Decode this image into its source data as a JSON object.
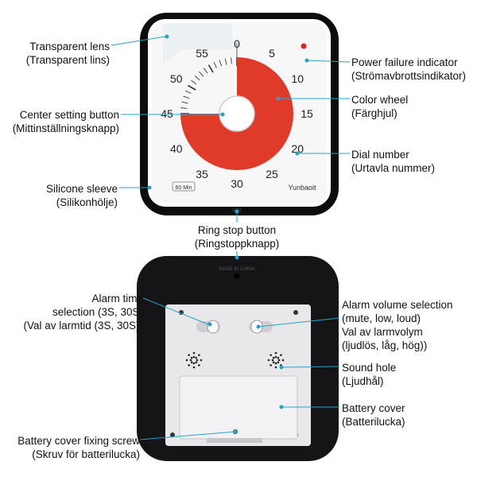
{
  "front": {
    "dial_numbers": [
      "0",
      "5",
      "10",
      "15",
      "20",
      "25",
      "30",
      "35",
      "40",
      "45",
      "50",
      "55"
    ],
    "brand": "Yunbaoit",
    "badge": "60 Min",
    "preset_minutes": 45,
    "colors": {
      "sleeve": "#0d0d0d",
      "wheel": "#e03a2a",
      "face": "#f7f7f7",
      "lens": "#e9eef2"
    }
  },
  "back": {
    "label_strip": "MADE IN CHINA",
    "colors": {
      "housing": "#151518",
      "panel": "#e8e8ea"
    }
  },
  "labels": {
    "transparent_lens": {
      "en": "Transparent lens",
      "sv": "(Transparent lins)"
    },
    "center_setting_button": {
      "en": "Center setting button",
      "sv": "(Mittinställningsknapp)"
    },
    "silicone_sleeve": {
      "en": "Silicone sleeve",
      "sv": "(Silikonhölje)"
    },
    "power_failure_indicator": {
      "en": "Power failure indicator",
      "sv": "(Strömavbrottsindikator)"
    },
    "color_wheel": {
      "en": "Color wheel",
      "sv": "(Färghjul)"
    },
    "dial_number": {
      "en": "Dial number",
      "sv": "(Urtavla nummer)"
    },
    "ring_stop_button": {
      "en": "Ring stop button",
      "sv": "(Ringstoppknapp)"
    },
    "alarm_time_selection": {
      "en1": "Alarm time",
      "en2": "selection (3S, 30S)",
      "sv": "(Val av larmtid (3S, 30S))"
    },
    "alarm_volume_selection": {
      "en1": "Alarm volume selection",
      "en2": "(mute, low, loud)",
      "sv1": "Val av larmvolym",
      "sv2": "(ljudlös, låg, hög))"
    },
    "sound_hole": {
      "en": "Sound hole",
      "sv": "(Ljudhål)"
    },
    "battery_cover": {
      "en": "Battery cover",
      "sv": "(Batterilucka)"
    },
    "battery_cover_fixing_screw": {
      "en": "Battery cover fixing screw",
      "sv": "(Skruv för batterilucka)"
    }
  }
}
